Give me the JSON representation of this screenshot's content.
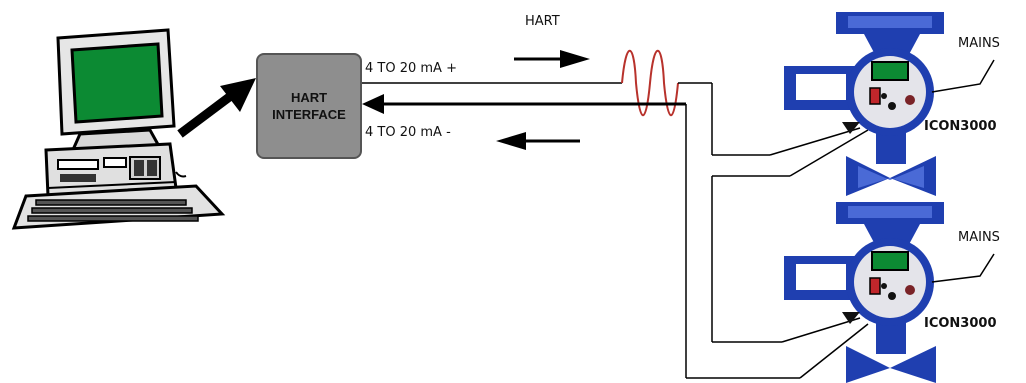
{
  "hart_label": "HART",
  "interface": {
    "line1": "HART",
    "line2": "INTERFACE"
  },
  "signal_plus": "4 TO 20 mA   +",
  "signal_minus": "4 TO 20 mA   -",
  "actuators": [
    {
      "mains_label": "MAINS",
      "model_label": "ICON3000"
    },
    {
      "mains_label": "MAINS",
      "model_label": "ICON3000"
    }
  ],
  "colors": {
    "actuator_blue": "#1f3fb0",
    "screen_green": "#0c8a33",
    "interface_gray": "#8e8e8e",
    "wave_red": "#b8322c",
    "line_black": "#000000"
  },
  "icons": [
    "personal-computer-icon",
    "hart-interface-box",
    "hart-wave-icon",
    "valve-actuator-icon"
  ]
}
